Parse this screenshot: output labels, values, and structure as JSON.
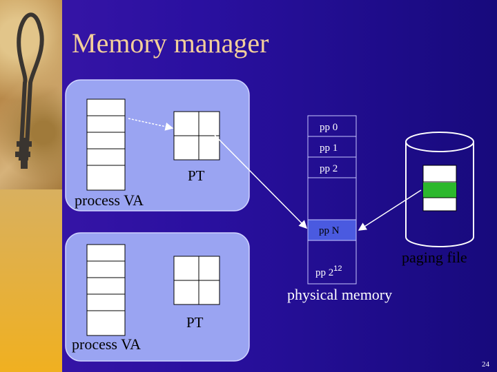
{
  "slide": {
    "title": "Memory manager",
    "page_number": "24"
  },
  "process_va_1": {
    "label": "process VA",
    "page_table_label": "PT"
  },
  "process_va_2": {
    "label": "process VA",
    "page_table_label": "PT"
  },
  "physical_memory": {
    "label": "physical memory",
    "pages": [
      "pp 0",
      "pp 1",
      "pp 2",
      "pp N"
    ],
    "last_page_prefix": "pp 2",
    "last_page_exponent": "12"
  },
  "paging_file": {
    "label": "paging file",
    "highlight_color": "#2db82d"
  },
  "colors": {
    "background": "#2a10a0",
    "title": "#f3cf9a",
    "arrows": "#ffffff"
  }
}
